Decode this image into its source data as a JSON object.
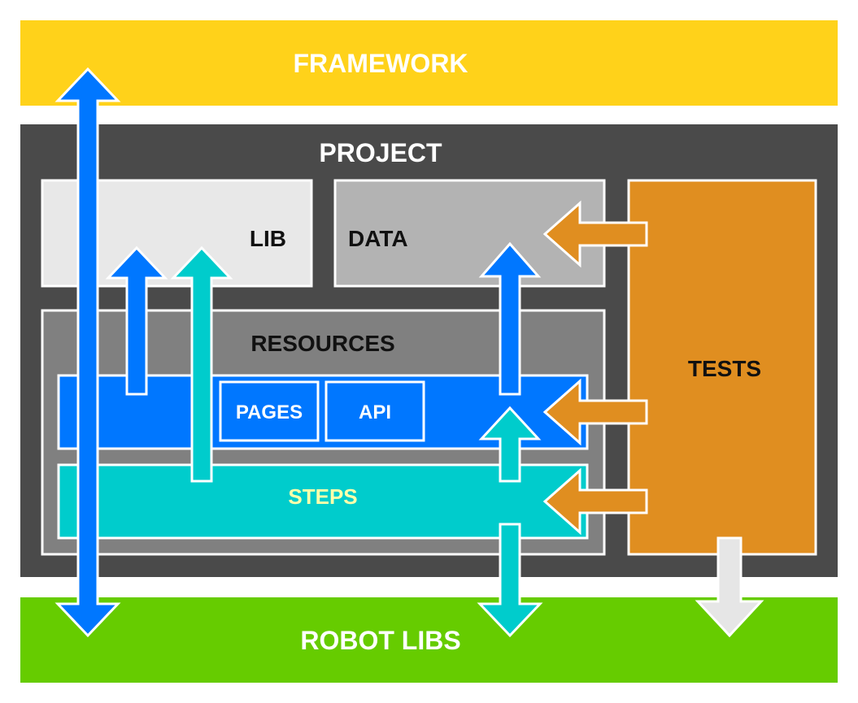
{
  "framework": {
    "label": "FRAMEWORK",
    "color": "#FFD21A"
  },
  "project": {
    "label": "PROJECT",
    "color": "#4A4A4A"
  },
  "lib": {
    "label": "LIB",
    "color": "#E8E8E8"
  },
  "data_box": {
    "label": "DATA",
    "color": "#B3B3B3"
  },
  "resources": {
    "label": "RESOURCES",
    "color": "#808080"
  },
  "pages": {
    "label": "PAGES"
  },
  "api": {
    "label": "API"
  },
  "steps": {
    "label": "STEPS",
    "color": "#00CCCC"
  },
  "tests": {
    "label": "TESTS",
    "color": "#E08E20"
  },
  "robot_libs": {
    "label": "ROBOT LIBS",
    "color": "#66CC00"
  },
  "colors": {
    "blue": "#0077FF",
    "teal": "#00CCCC",
    "orange": "#E08E20",
    "light_gray": "#E6E6E6",
    "white_text": "#FFFFFF",
    "dark_text": "#111111",
    "steps_text": "#FFFFAA"
  }
}
